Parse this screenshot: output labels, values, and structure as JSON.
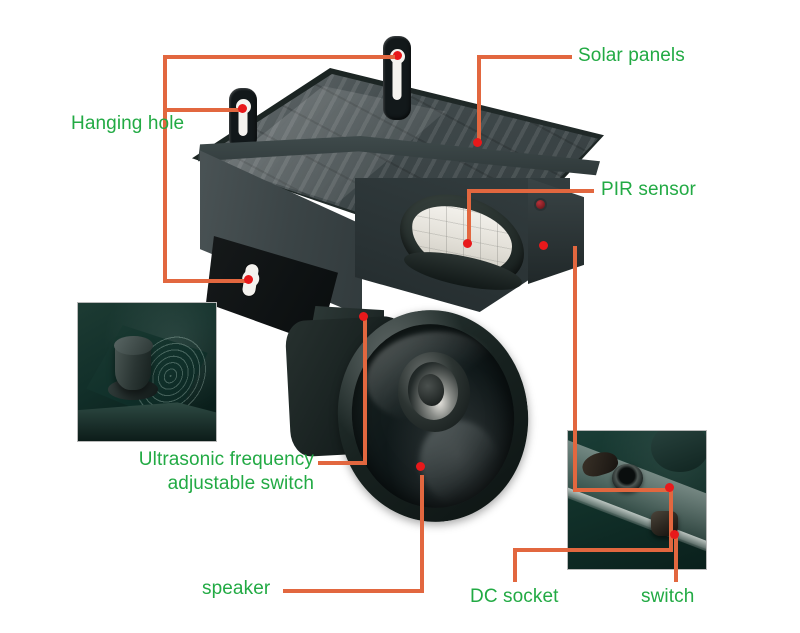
{
  "figure": {
    "title": "Solar ultrasonic animal repeller — labeled parts diagram",
    "background_color": "#ffffff",
    "label_color": "#22aa44",
    "leader_color": "#e2673f",
    "marker_color": "#e8191b"
  },
  "labels": {
    "solar_panels": "Solar panels",
    "hanging_hole": "Hanging hole",
    "pir_sensor": "PIR sensor",
    "ultrasonic_switch_line1": "Ultrasonic frequency",
    "ultrasonic_switch_line2": "adjustable switch",
    "speaker": "speaker",
    "dc_socket": "DC socket",
    "switch": "switch"
  },
  "insets": {
    "knob": "ultrasonic-frequency-knob-closeup",
    "socket": "dc-socket-and-switch-closeup"
  },
  "parts": [
    {
      "name": "Solar panels",
      "markers": 1
    },
    {
      "name": "Hanging hole",
      "markers": 3
    },
    {
      "name": "PIR sensor",
      "markers": 1
    },
    {
      "name": "Ultrasonic frequency adjustable switch",
      "markers": 1
    },
    {
      "name": "speaker",
      "markers": 1
    },
    {
      "name": "DC socket",
      "markers": 2
    },
    {
      "name": "switch",
      "markers": 1
    }
  ]
}
